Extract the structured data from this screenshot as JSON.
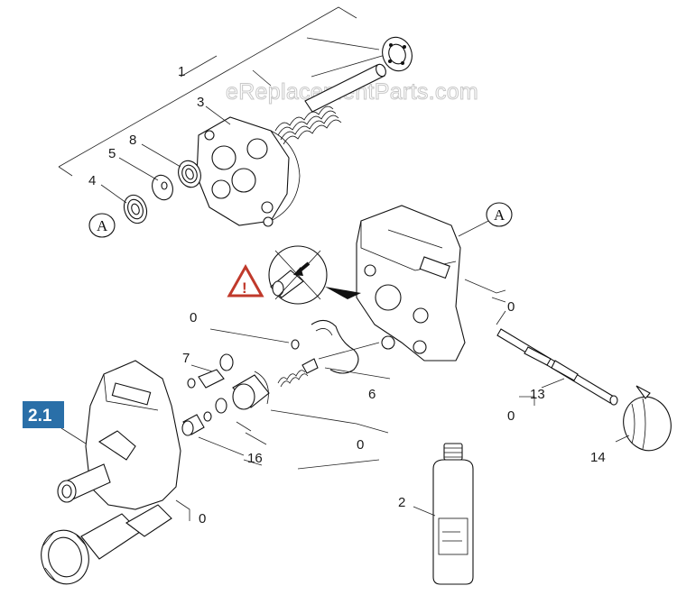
{
  "watermark": "eReplacementParts.com",
  "highlight_badge": {
    "label": "2.1",
    "color": "#2a6fa8"
  },
  "reference_marks": [
    "A",
    "A"
  ],
  "callouts": {
    "c1": "1",
    "c2": "2",
    "c3": "3",
    "c4": "4",
    "c5": "5",
    "c6": "6",
    "c7": "7",
    "c8": "8",
    "c13": "13",
    "c14": "14",
    "c16": "16",
    "c0a": "0",
    "c0b": "0",
    "c0c": "0",
    "c0d": "0",
    "c0e": "0"
  },
  "warning": {
    "icon": "warning-triangle-icon",
    "color": "#c0392b",
    "symbol": "!"
  }
}
